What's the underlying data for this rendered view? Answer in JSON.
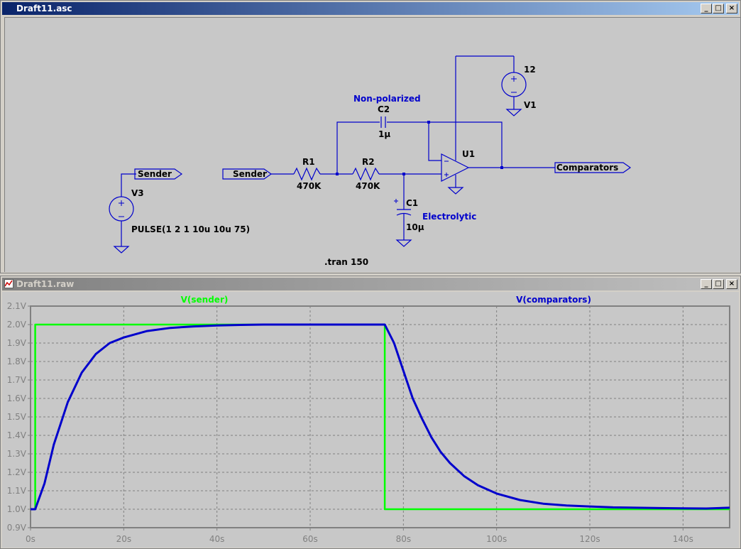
{
  "schematic_window": {
    "title": "Draft11.asc",
    "buttons": {
      "minimize": "_",
      "maximize": "□",
      "close": "×"
    },
    "labels": {
      "net_sender_left": "Sender",
      "net_sender_right": "Sender",
      "net_comparators": "Comparators",
      "v3_name": "V3",
      "v3_value": "PULSE(1 2 1 10u 10u 75)",
      "r1_name": "R1",
      "r1_value": "470K",
      "r2_name": "R2",
      "r2_value": "470K",
      "c2_note": "Non-polarized",
      "c2_name": "C2",
      "c2_value": "1µ",
      "c1_name": "C1",
      "c1_value": "10µ",
      "c1_note": "Electrolytic",
      "u1_name": "U1",
      "v1_value": "12",
      "v1_name": "V1",
      "directive": ".tran 150"
    }
  },
  "waveform_window": {
    "title": "Draft11.raw",
    "buttons": {
      "minimize": "_",
      "maximize": "□",
      "close": "×"
    }
  },
  "chart_data": {
    "type": "line",
    "x_ticks": [
      "0s",
      "20s",
      "40s",
      "60s",
      "80s",
      "100s",
      "120s",
      "140s"
    ],
    "y_ticks": [
      "0.9V",
      "1.0V",
      "1.1V",
      "1.2V",
      "1.3V",
      "1.4V",
      "1.5V",
      "1.6V",
      "1.7V",
      "1.8V",
      "1.9V",
      "2.0V",
      "2.1V"
    ],
    "xlim": [
      0,
      150
    ],
    "ylim": [
      0.9,
      2.1
    ],
    "grid": true,
    "series": [
      {
        "name": "V(sender)",
        "color": "#00ff00",
        "x": [
          0,
          1,
          1,
          76,
          76,
          150
        ],
        "y": [
          1.0,
          1.0,
          2.0,
          2.0,
          1.0,
          1.0
        ]
      },
      {
        "name": "V(comparators)",
        "color": "#0000cc",
        "x": [
          0,
          1,
          3,
          5,
          8,
          11,
          14,
          17,
          20,
          25,
          30,
          35,
          40,
          45,
          50,
          55,
          60,
          65,
          70,
          76,
          78,
          80,
          82,
          84,
          86,
          88,
          90,
          93,
          96,
          100,
          105,
          110,
          115,
          120,
          125,
          130,
          135,
          140,
          145,
          150
        ],
        "y": [
          1.0,
          1.0,
          1.14,
          1.35,
          1.58,
          1.74,
          1.84,
          1.9,
          1.93,
          1.965,
          1.982,
          1.99,
          1.995,
          1.998,
          2.0,
          2.0,
          2.0,
          2.0,
          2.0,
          2.0,
          1.9,
          1.75,
          1.6,
          1.49,
          1.39,
          1.31,
          1.25,
          1.18,
          1.13,
          1.085,
          1.05,
          1.03,
          1.02,
          1.015,
          1.01,
          1.008,
          1.006,
          1.005,
          1.004,
          1.008
        ]
      }
    ]
  }
}
